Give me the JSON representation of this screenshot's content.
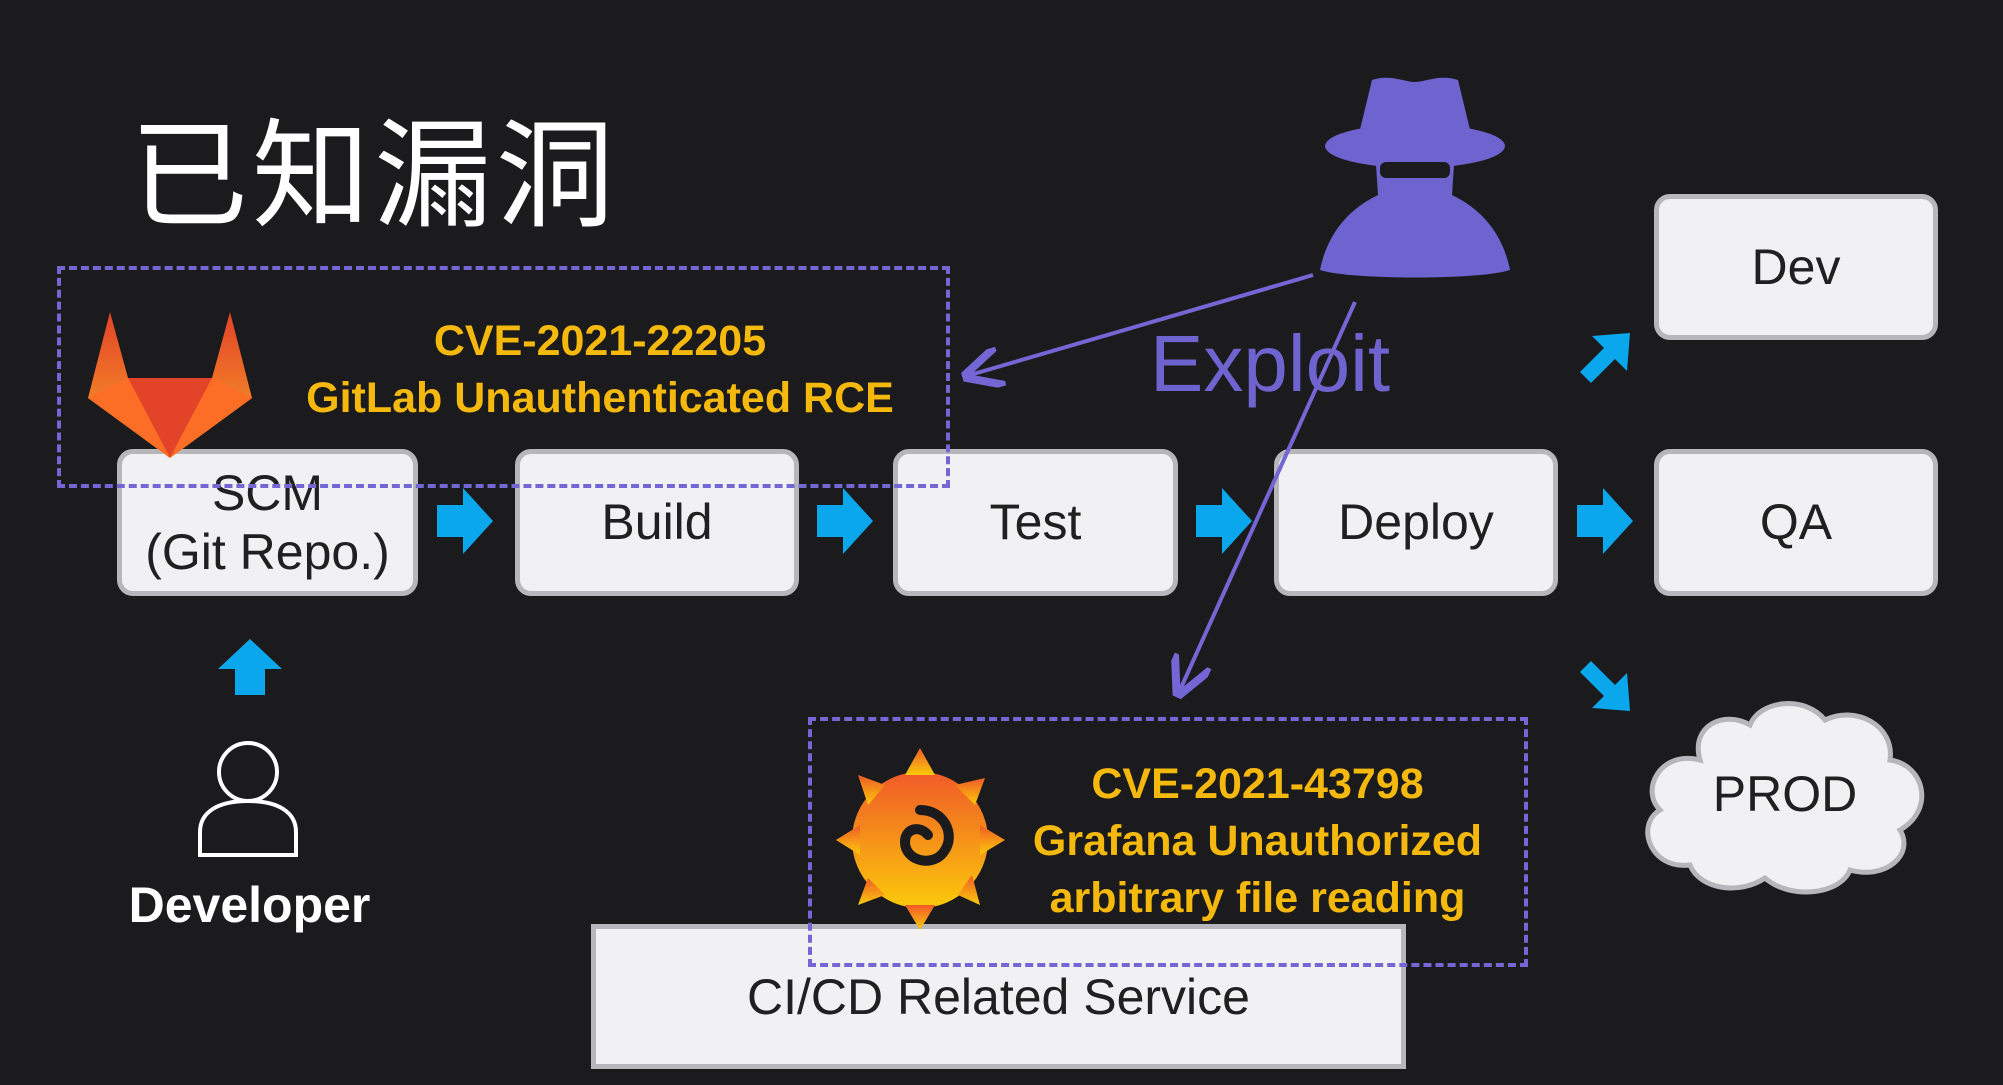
{
  "title": "已知漏洞",
  "pipeline": {
    "scm": "SCM\n(Git Repo.)",
    "build": "Build",
    "test": "Test",
    "deploy": "Deploy"
  },
  "environments": {
    "dev": "Dev",
    "qa": "QA",
    "prod": "PROD"
  },
  "developer_label": "Developer",
  "exploit_label": "Exploit",
  "gitlab_vuln": {
    "cve": "CVE-2021-22205",
    "description": "GitLab Unauthenticated RCE"
  },
  "grafana_vuln": {
    "cve": "CVE-2021-43798",
    "description_line1": "Grafana Unauthorized",
    "description_line2": "arbitrary file reading"
  },
  "service_label": "CI/CD Related Service",
  "colors": {
    "background": "#1b1b1d",
    "accent_arrow": "#0aa7ec",
    "highlight": "#f5b90d",
    "attacker": "#6f63cf",
    "box_fill": "#f1f1f3",
    "box_border": "#b7b7bb"
  },
  "icons": {
    "attacker": "hacker-icon",
    "developer": "user-icon",
    "gitlab": "gitlab-logo",
    "grafana": "grafana-logo",
    "cloud": "cloud-shape"
  }
}
